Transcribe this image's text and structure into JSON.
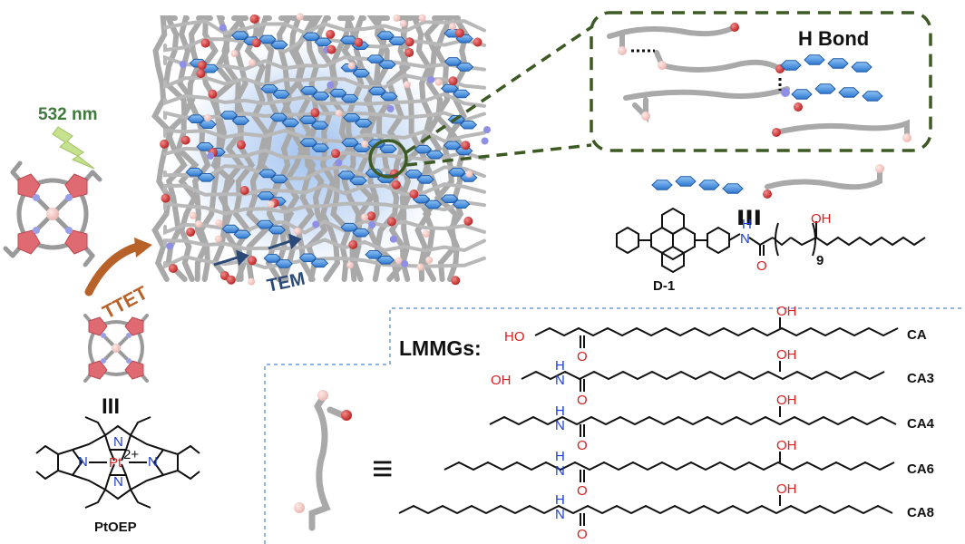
{
  "excitation": {
    "wavelength": "532 nm",
    "color": "#3f7a3c"
  },
  "labels": {
    "ttet": "TTET",
    "tem": "TEM",
    "h_bond": "H Bond",
    "lmmgs": "LMMGs:",
    "d1": "D-1",
    "ptoep": "PtOEP",
    "equiv": "≡",
    "triple_bar": "III"
  },
  "d1_structure": {
    "nh": "H",
    "n": "N",
    "o": "O",
    "oh": "OH",
    "repeat": "9"
  },
  "ptoep_structure": {
    "metal": "Pt",
    "charge": "2+",
    "n": "N"
  },
  "gelators": [
    {
      "id": "CA",
      "head": "HO",
      "oh": "OH",
      "o": "O"
    },
    {
      "id": "CA3",
      "head": "OH",
      "oh": "OH",
      "o": "O",
      "n": "N",
      "h": "H"
    },
    {
      "id": "CA4",
      "oh": "OH",
      "o": "O",
      "n": "N",
      "h": "H"
    },
    {
      "id": "CA6",
      "oh": "OH",
      "o": "O",
      "n": "N",
      "h": "H"
    },
    {
      "id": "CA8",
      "oh": "OH",
      "o": "O",
      "n": "N",
      "h": "H"
    }
  ],
  "colors": {
    "accent_green": "#3e5a24",
    "ttet_arrow": "#b8622a",
    "tem_blue": "#2c4a78",
    "oxygen_red": "#d82020",
    "nitrogen_blue": "#1b3fd1",
    "porphyrin_pink": "#e06a72",
    "annihilator_blue": "#4a8fd8"
  }
}
